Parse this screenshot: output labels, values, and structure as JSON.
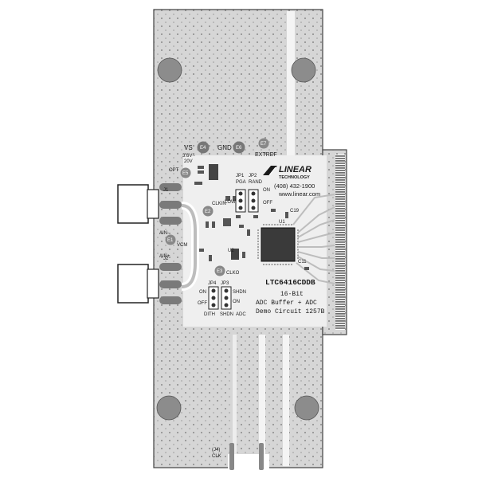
{
  "board": {
    "logo_text_1": "LINEAR",
    "logo_text_2": "TECHNOLOGY",
    "phone": "(408) 432-1900",
    "website": "www.linear.com",
    "part_number": "LTC6416CDDB",
    "desc_line_1": "16-Bit",
    "desc_line_2": "ADC Buffer + ADC",
    "desc_line_3": "Demo Circuit 1257B"
  },
  "labels": {
    "vs": "VS",
    "vs_range_1": "3.6V~",
    "vs_range_2": "20V",
    "e4": "E4",
    "gnd": "GND",
    "e6": "E6",
    "e7": "E7",
    "extref": "EXTREF",
    "e5": "E5",
    "opt": "OPT",
    "e2": "E2",
    "e1": "E1",
    "e3": "E3",
    "vcm": "VCM",
    "clko": "CLKO",
    "clkin": "CLKIN",
    "jp1": "JP1",
    "jp2": "JP2",
    "pga": "PGA",
    "rand": "RAND",
    "on": "ON",
    "off": "OFF",
    "low": "LOW",
    "u1": "U1",
    "u2": "U2",
    "c11": "C11",
    "c19": "C19",
    "jp3": "JP3",
    "jp4": "JP4",
    "shdn": "SHDN",
    "dith": "DITH",
    "adc": "ADC",
    "j4": "(J4)",
    "clk": "CLK",
    "j1": "J1",
    "j2": "J2",
    "ain_p": "AIN+",
    "ain_m": "AIN-"
  }
}
